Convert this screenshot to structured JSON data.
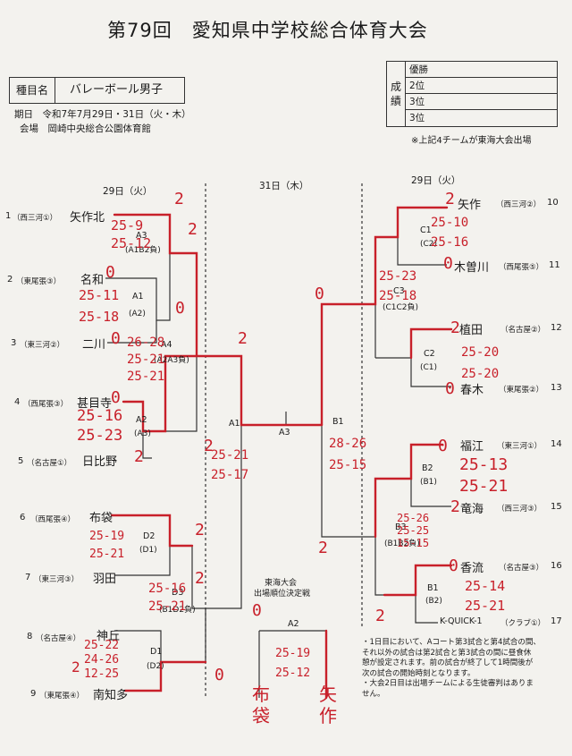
{
  "title": "第79回　愛知県中学校総合体育大会",
  "event": {
    "key": "種目名",
    "value": "バレーボール男子"
  },
  "schedule": {
    "period": "期日　令和7年7月29日・31日（火・木）",
    "venue": "会場　岡崎中央総合公園体育館"
  },
  "results": {
    "side": [
      "成",
      "績"
    ],
    "rows": [
      "優勝",
      "2位",
      "3位",
      "3位"
    ]
  },
  "note_tokai": "※上記4チームが東海大会出場",
  "days": {
    "left": "29日（火）",
    "center": "31日（木）",
    "right": "29日（火）"
  },
  "left_teams": [
    {
      "num": "1",
      "region": "（西三河①）",
      "name": "矢作北"
    },
    {
      "num": "2",
      "region": "（東尾張③）",
      "name": "名和"
    },
    {
      "num": "3",
      "region": "（東三河②）",
      "name": "二川"
    },
    {
      "num": "4",
      "region": "（西尾張③）",
      "name": "甚目寺"
    },
    {
      "num": "5",
      "region": "（名古屋①）",
      "name": "日比野"
    },
    {
      "num": "6",
      "region": "（西尾張④）",
      "name": "布袋"
    },
    {
      "num": "7",
      "region": "（東三河③）",
      "name": "羽田"
    },
    {
      "num": "8",
      "region": "（名古屋④）",
      "name": "神丘"
    },
    {
      "num": "9",
      "region": "（東尾張④）",
      "name": "南知多"
    }
  ],
  "right_teams": [
    {
      "num": "10",
      "region": "（西三河②）",
      "name": "矢作"
    },
    {
      "num": "11",
      "region": "（西尾張⑤）",
      "name": "木曽川"
    },
    {
      "num": "12",
      "region": "（名古屋②）",
      "name": "植田"
    },
    {
      "num": "13",
      "region": "（東尾張②）",
      "name": "春木"
    },
    {
      "num": "14",
      "region": "（東三河①）",
      "name": "福江"
    },
    {
      "num": "15",
      "region": "（西三河③）",
      "name": "竜海"
    },
    {
      "num": "16",
      "region": "（名古屋③）",
      "name": "香流"
    },
    {
      "num": "17",
      "region": "（クラブ①）",
      "name": "K-QUICK-1"
    }
  ],
  "codes": {
    "A3": "A3",
    "A1B2": "(A1B2負)",
    "A1": "A1",
    "A2p": "(A2)",
    "A4": "A4",
    "A2A3": "(A2A3負)",
    "A2": "A2",
    "A3p": "(A3)",
    "D2": "D2",
    "D1p": "(D1)",
    "D3": "D3",
    "B1D2": "(B1D2負)",
    "D1": "D1",
    "D2p": "(D2)",
    "centerA1": "A1",
    "centerA3": "A3",
    "centerB1": "B1",
    "centerA2": "A2",
    "C1": "C1",
    "C2p": "(C2)",
    "C3": "C3",
    "C1C2": "(C1C2負)",
    "C2": "C2",
    "C1p": "(C1)",
    "B2": "B2",
    "B1p": "(B1)",
    "B3": "B3",
    "B1B2": "(B1B2負)",
    "B1": "B1",
    "B2p": "(B2)"
  },
  "center_label": [
    "東海大会",
    "出場順位決定戦"
  ],
  "footnote": [
    "・1日目において、Aコート第3試合と第4試合の間、",
    "それ以外の試合は第2試合と第3試合の間に昼食休",
    "憩が設定されます。前の試合が終了して1時間後が",
    "次の試合の開始時刻となります。",
    "・大会2日目は出場チームによる生徒審判はありま",
    "せん。"
  ],
  "handwritten": {
    "s1": "2",
    "s2": "0",
    "s3": "2",
    "s4": "0",
    "s5": "0",
    "s6": "2",
    "s7": "0",
    "s8": "2",
    "s9": "2",
    "s10": "0",
    "s11": "2",
    "s12": "2",
    "s13": "0",
    "s14": "2",
    "s15": "2",
    "s16": "0",
    "s17": "0",
    "s18": "2",
    "s19": "2",
    "s20": "0",
    "s21": "2",
    "s22": "0",
    "s23": "0",
    "s24": "2",
    "g_a3": [
      "25-9",
      "25-12"
    ],
    "g_a1": [
      "25-11",
      "25-18"
    ],
    "g_a4": [
      "26-28",
      "25-21",
      "25-21"
    ],
    "g_a2": [
      "25-16",
      "25-23"
    ],
    "g_d2": [
      "25-19",
      "25-21"
    ],
    "g_d3": [
      "25-16",
      "25-21"
    ],
    "g_d1": [
      "25-22",
      "24-26",
      "12-25"
    ],
    "g_ca1": [
      "25-21",
      "25-17"
    ],
    "g_cb1": [
      "28-26",
      "25-15"
    ],
    "g_ca2": [
      "25-19",
      "25-12"
    ],
    "g_c1": [
      "25-10",
      "25-16"
    ],
    "g_c3": [
      "25-23",
      "25-18"
    ],
    "g_c2": [
      "25-20",
      "25-20"
    ],
    "g_b2": [
      "25-13",
      "25-21"
    ],
    "g_b3": [
      "25-26",
      "25-25",
      "15-15"
    ],
    "g_b1": [
      "25-14",
      "25-21"
    ],
    "bottom_left": [
      "布",
      "袋"
    ],
    "bottom_right": [
      "矢",
      "作"
    ]
  }
}
